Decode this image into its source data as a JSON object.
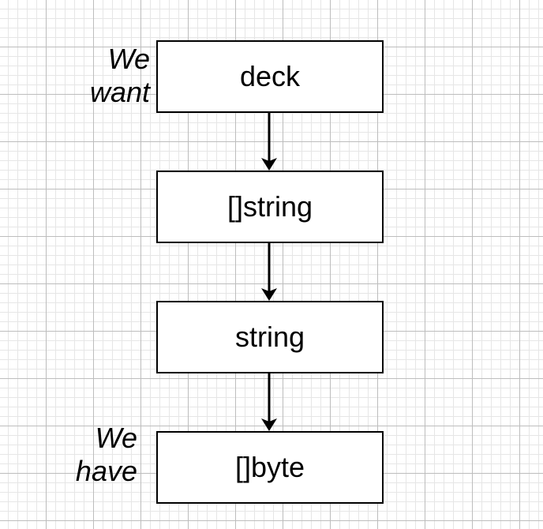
{
  "diagram": {
    "nodes": [
      {
        "id": "deck",
        "label": "deck"
      },
      {
        "id": "string_slice",
        "label": "[]string"
      },
      {
        "id": "string",
        "label": "string"
      },
      {
        "id": "byte_slice",
        "label": "[]byte"
      }
    ],
    "edges": [
      {
        "from": "deck",
        "to": "string_slice"
      },
      {
        "from": "string_slice",
        "to": "string"
      },
      {
        "from": "string",
        "to": "byte_slice"
      }
    ],
    "annotations": {
      "want": {
        "line1": "We",
        "line2": "want"
      },
      "have": {
        "line1": "We",
        "line2": "have"
      }
    }
  }
}
